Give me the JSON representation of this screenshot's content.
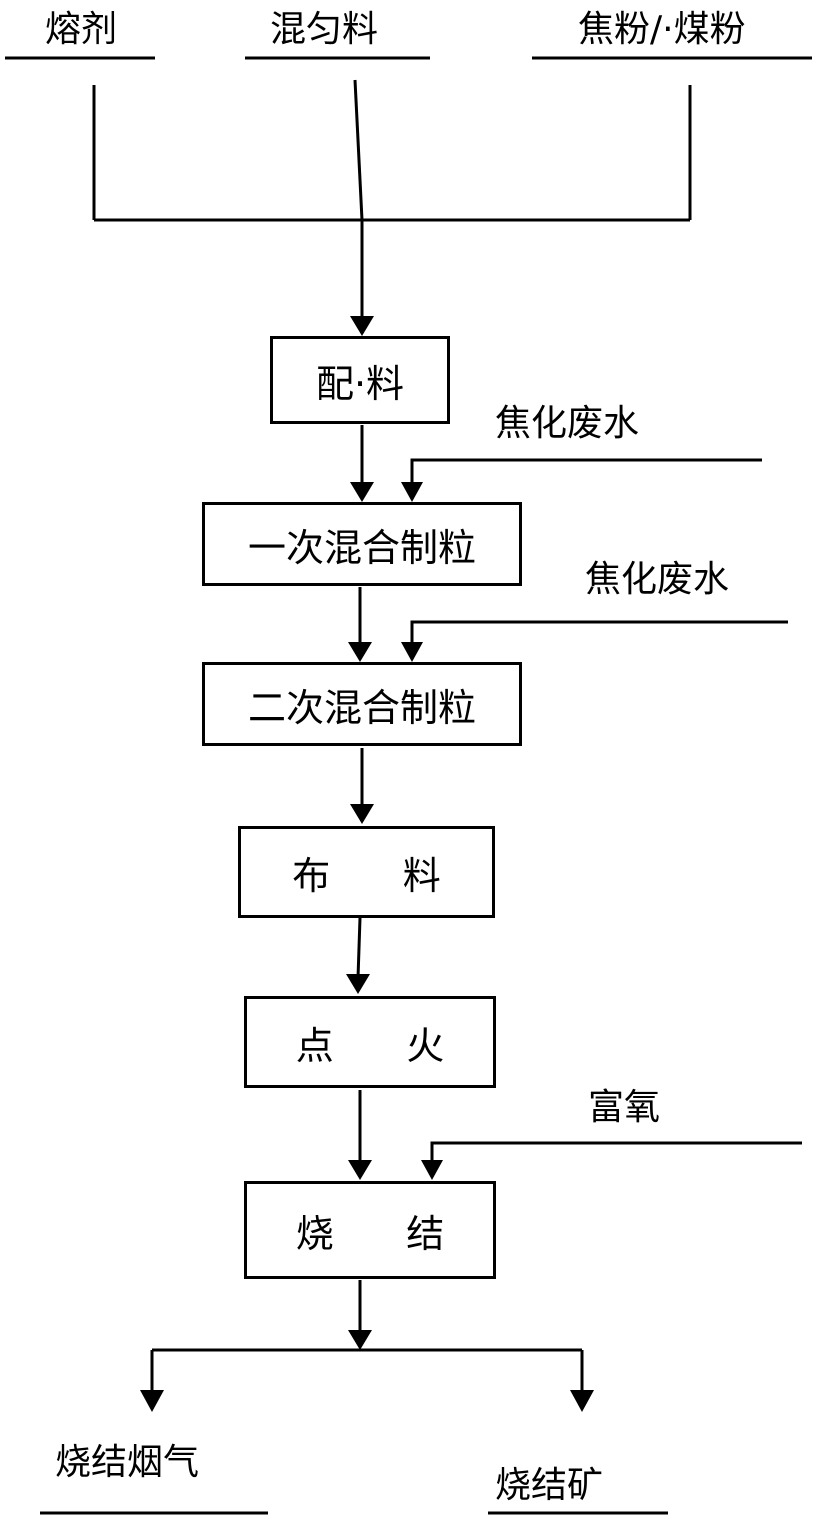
{
  "inputs": {
    "flux": "熔剂",
    "mixed_material": "混匀料",
    "coke_coal": "焦粉/·煤粉"
  },
  "steps": {
    "batching": "配·料",
    "primary_mixing": "一次混合制粒",
    "secondary_mixing": "二次混合制粒",
    "material_laying": "布      料",
    "ignition": "点      火",
    "sintering": "烧      结"
  },
  "additions": {
    "coking_wastewater_1": "焦化废水",
    "coking_wastewater_2": "焦化废水",
    "oxygen_enrichment": "富氧"
  },
  "outputs": {
    "sinter_flue_gas": "烧结烟气",
    "sinter_ore": "烧结矿"
  }
}
